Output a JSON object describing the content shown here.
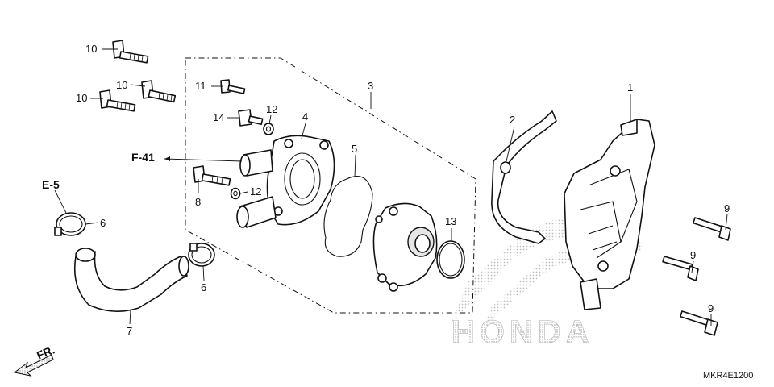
{
  "callouts": {
    "c1": "1",
    "c2": "2",
    "c3": "3",
    "c4": "4",
    "c5": "5",
    "c6a": "6",
    "c6b": "6",
    "c7": "7",
    "c8": "8",
    "c9a": "9",
    "c9b": "9",
    "c9c": "9",
    "c10a": "10",
    "c10b": "10",
    "c10c": "10",
    "c11": "11",
    "c12a": "12",
    "c12b": "12",
    "c13": "13",
    "c14": "14"
  },
  "refs": {
    "f41": "F-41",
    "e5": "E-5",
    "fr": "FR."
  },
  "watermark": "HONDA",
  "diagram_code": "MKR4E1200"
}
